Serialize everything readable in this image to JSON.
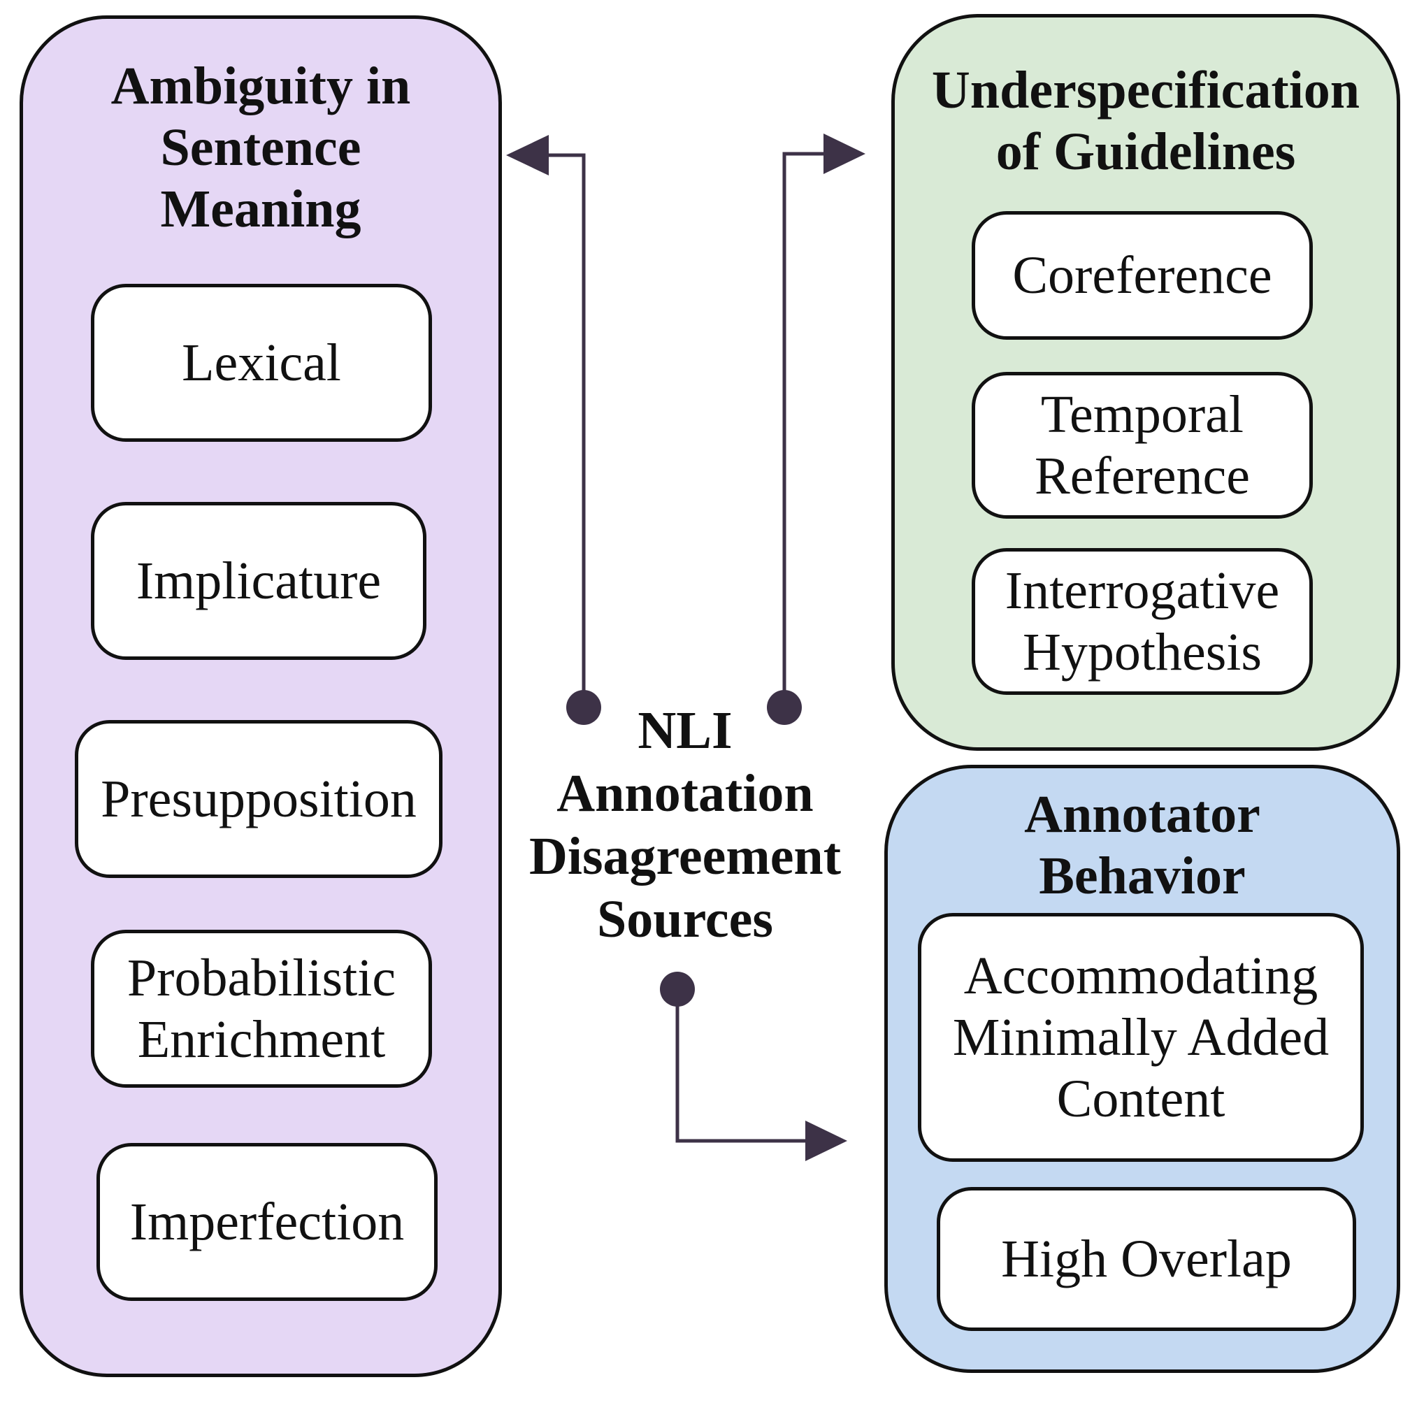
{
  "center_label": [
    "NLI",
    "Annotation",
    "Disagreement",
    "Sources"
  ],
  "groups": {
    "ambiguity": {
      "title": [
        "Ambiguity in",
        "Sentence",
        "Meaning"
      ],
      "color": "#e5d7f5",
      "items": [
        [
          "Lexical"
        ],
        [
          "Implicature"
        ],
        [
          "Presupposition"
        ],
        [
          "Probabilistic",
          "Enrichment"
        ],
        [
          "Imperfection"
        ]
      ]
    },
    "guidelines": {
      "title": [
        "Underspecification",
        "of Guidelines"
      ],
      "color": "#d9ead6",
      "items": [
        [
          "Coreference"
        ],
        [
          "Temporal",
          "Reference"
        ],
        [
          "Interrogative",
          "Hypothesis"
        ]
      ]
    },
    "behavior": {
      "title": [
        "Annotator",
        "Behavior"
      ],
      "color": "#c4d9f2",
      "items": [
        [
          "Accommodating",
          "Minimally Added",
          "Content"
        ],
        [
          "High Overlap"
        ]
      ]
    }
  },
  "colors": {
    "connector": "#3d3247",
    "border": "#111111"
  }
}
